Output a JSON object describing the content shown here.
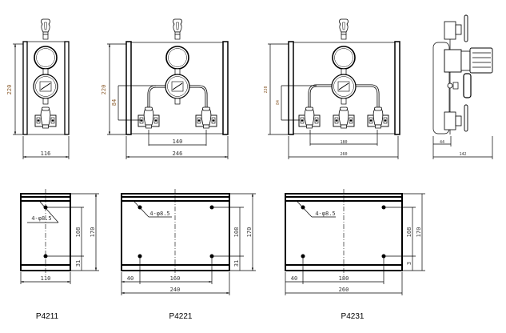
{
  "front_views": {
    "p4211": {
      "height": "220",
      "width": "116"
    },
    "p4221": {
      "height": "220",
      "branch_height": "84",
      "valve_spacing": "140",
      "width": "246"
    },
    "p4231": {
      "height": "220",
      "branch_height": "84",
      "valve_spacing": "180",
      "width": "260"
    },
    "side": {
      "offset": "44",
      "depth": "142"
    }
  },
  "mounting_views": {
    "p4211": {
      "holes": "4-φ8.5",
      "hole_spacing_v": "108",
      "height": "170",
      "bottom_offset": "31",
      "width": "110"
    },
    "p4221": {
      "holes": "4-φ8.5",
      "hole_spacing_v": "108",
      "height": "170",
      "bottom_offset": "31",
      "left_offset": "40",
      "hole_spacing_h": "160",
      "width": "240"
    },
    "p4231": {
      "holes": "4-φ8.5",
      "hole_spacing_v": "108",
      "height": "170",
      "bottom_offset": "3",
      "left_offset": "40",
      "hole_spacing_h": "180",
      "width": "260"
    }
  },
  "models": [
    "P4211",
    "P4221",
    "P4231"
  ]
}
